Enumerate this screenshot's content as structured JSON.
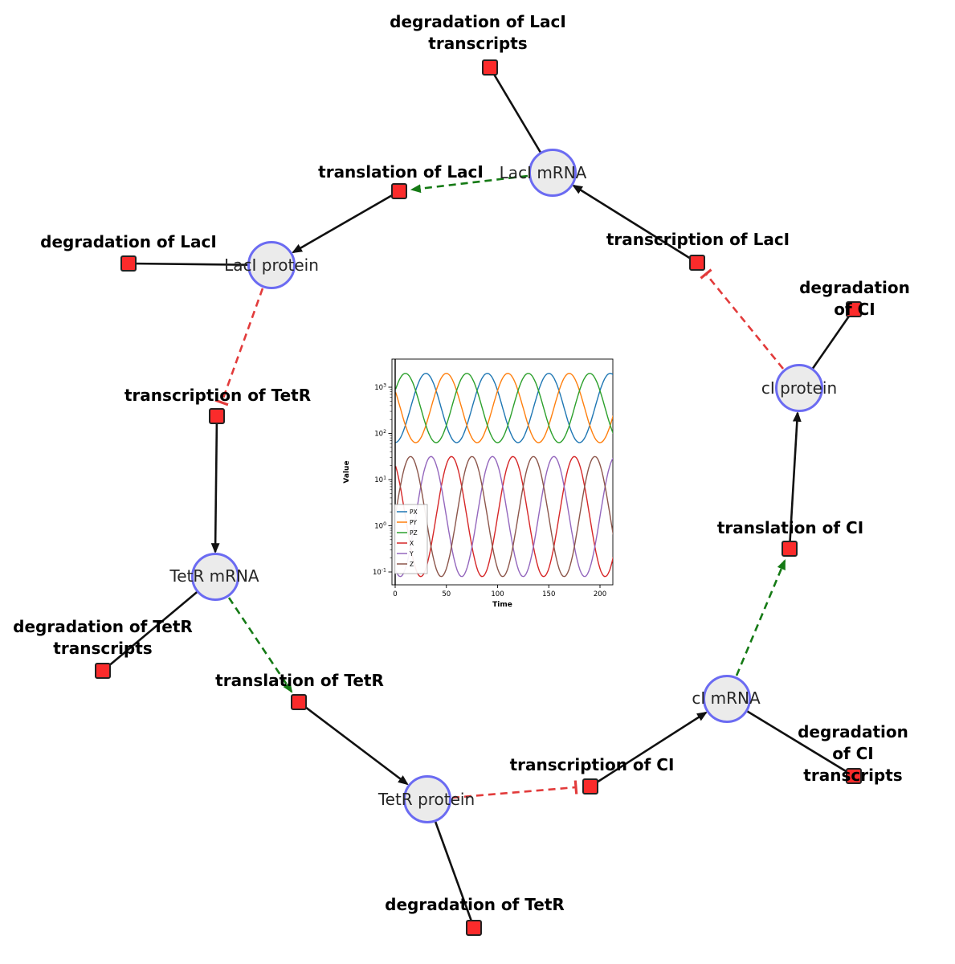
{
  "diagram": {
    "species": {
      "laci_mrna": {
        "label": "LacI mRNA"
      },
      "laci_protein": {
        "label": "LacI protein"
      },
      "tetr_mrna": {
        "label": "TetR mRNA"
      },
      "tetr_protein": {
        "label": "TetR protein"
      },
      "ci_mrna": {
        "label": "cI mRNA"
      },
      "ci_protein": {
        "label": "cI protein"
      }
    },
    "reactions": {
      "deg_laci_transcripts": {
        "label": "degradation of LacI\ntranscripts"
      },
      "translation_laci": {
        "label": "translation of LacI"
      },
      "deg_laci": {
        "label": "degradation of LacI"
      },
      "transcription_laci": {
        "label": "transcription of LacI"
      },
      "deg_ci": {
        "label": "degradation of CI"
      },
      "transcription_tetr": {
        "label": "transcription of TetR"
      },
      "translation_ci": {
        "label": "translation of CI"
      },
      "deg_tetr_transcripts": {
        "label": "degradation of TetR\ntranscripts"
      },
      "translation_tetr": {
        "label": "translation of TetR"
      },
      "deg_ci_transcripts": {
        "label": "degradation of CI\ntranscripts"
      },
      "transcription_ci": {
        "label": "transcription of CI"
      },
      "deg_tetr": {
        "label": "degradation of TetR"
      }
    },
    "colors": {
      "species_fill": "#ebebeb",
      "species_border": "#6b6bf2",
      "reaction_fill": "#fb2b2b",
      "reaction_border": "#222222",
      "edge": "#111111",
      "modifier": "#157a15",
      "inhibition": "#e23b3b"
    }
  },
  "chart_data": {
    "type": "line",
    "title": "",
    "xlabel": "Time",
    "ylabel": "Value",
    "x_range": [
      0,
      200
    ],
    "x_ticks": [
      0,
      50,
      100,
      150,
      200
    ],
    "y_scale": "log",
    "y_tick_exponents": [
      -1,
      0,
      1,
      2,
      3
    ],
    "y_range": [
      0.08,
      2500
    ],
    "grid": false,
    "legend_position": "lower left",
    "t_samples": [
      0,
      10,
      20,
      30,
      40,
      50,
      60,
      70,
      80,
      90,
      100,
      110,
      120,
      130,
      140,
      150,
      160,
      170,
      180,
      190,
      200
    ],
    "series": [
      {
        "name": "PX",
        "color": "#1f77b4",
        "log_mid": 2.55,
        "log_amp": 0.75,
        "period": 60,
        "peak_t": 30,
        "values": [
          63,
          150,
          841,
          1995,
          841,
          150,
          63,
          150,
          841,
          1995,
          841,
          150,
          63,
          150,
          841,
          1995,
          841,
          150,
          63,
          150,
          841
        ]
      },
      {
        "name": "PY",
        "color": "#ff7f0e",
        "log_mid": 2.55,
        "log_amp": 0.75,
        "period": 60,
        "peak_t": 50,
        "values": [
          841,
          150,
          63,
          150,
          841,
          1995,
          841,
          150,
          63,
          150,
          841,
          1995,
          841,
          150,
          63,
          150,
          841,
          1995,
          841,
          150,
          63
        ]
      },
      {
        "name": "PZ",
        "color": "#2ca02c",
        "log_mid": 2.55,
        "log_amp": 0.75,
        "period": 60,
        "peak_t": 70,
        "values": [
          841,
          1995,
          841,
          150,
          63,
          150,
          841,
          1995,
          841,
          150,
          63,
          150,
          841,
          1995,
          841,
          150,
          63,
          150,
          841,
          1995,
          841
        ]
      },
      {
        "name": "X",
        "color": "#d62728",
        "log_mid": 0.2,
        "log_amp": 1.3,
        "period": 60,
        "peak_t": 55,
        "values": [
          21.2,
          1.59,
          0.12,
          0.12,
          1.59,
          21.2,
          21.2,
          1.59,
          0.12,
          0.12,
          1.59,
          21.2,
          21.2,
          1.59,
          0.12,
          0.12,
          1.59,
          21.2,
          21.2,
          1.59,
          0.12
        ]
      },
      {
        "name": "Y",
        "color": "#9467bd",
        "log_mid": 0.2,
        "log_amp": 1.3,
        "period": 60,
        "peak_t": 35,
        "values": [
          0.12,
          0.12,
          1.59,
          21.2,
          21.2,
          1.59,
          0.12,
          0.12,
          1.59,
          21.2,
          21.2,
          1.59,
          0.12,
          0.12,
          1.59,
          21.2,
          21.2,
          1.59,
          0.12,
          0.12,
          1.59
        ]
      },
      {
        "name": "Z",
        "color": "#8c564b",
        "log_mid": 0.2,
        "log_amp": 1.3,
        "period": 60,
        "peak_t": 75,
        "values": [
          1.59,
          21.2,
          21.2,
          1.59,
          0.12,
          0.12,
          1.59,
          21.2,
          21.2,
          1.59,
          0.12,
          0.12,
          1.59,
          21.2,
          21.2,
          1.59,
          0.12,
          0.12,
          1.59,
          21.2,
          21.2
        ]
      }
    ]
  }
}
